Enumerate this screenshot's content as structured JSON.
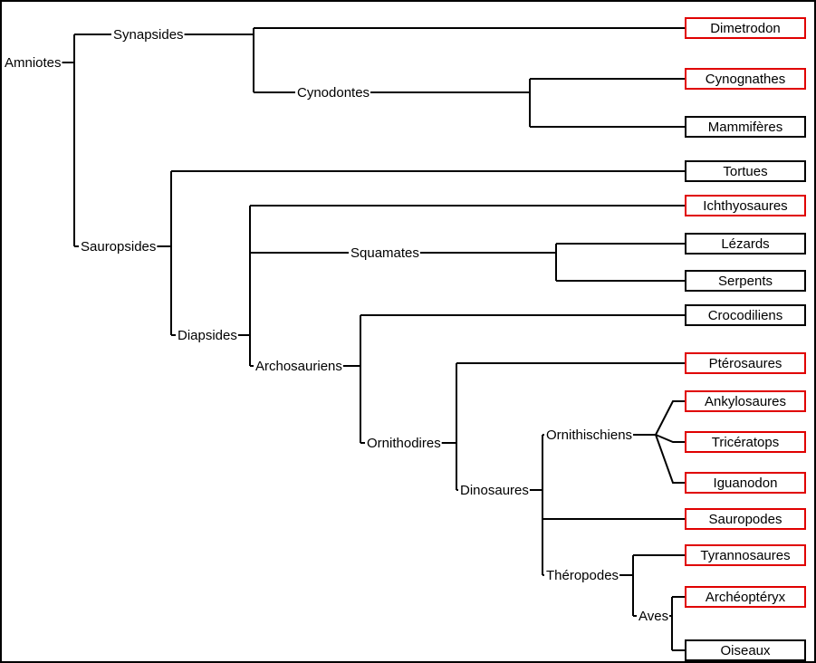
{
  "title": "Arbre phylogénétique des Amniotes",
  "legend": {
    "extinct_color": "#e00000",
    "living_color": "#000000"
  },
  "nodes": [
    {
      "id": "amniotes",
      "label": "Amniotes"
    },
    {
      "id": "synapsides",
      "label": "Synapsides"
    },
    {
      "id": "cynodontes",
      "label": "Cynodontes"
    },
    {
      "id": "sauropsides",
      "label": "Sauropsides"
    },
    {
      "id": "diapsides",
      "label": "Diapsides"
    },
    {
      "id": "squamates",
      "label": "Squamates"
    },
    {
      "id": "archosauriens",
      "label": "Archosauriens"
    },
    {
      "id": "ornithodires",
      "label": "Ornithodires"
    },
    {
      "id": "dinosaures",
      "label": "Dinosaures"
    },
    {
      "id": "ornithischiens",
      "label": "Ornithischiens"
    },
    {
      "id": "theropodes",
      "label": "Théropodes"
    },
    {
      "id": "aves",
      "label": "Aves"
    }
  ],
  "leaves": [
    {
      "id": "dimetrodon",
      "label": "Dimetrodon",
      "extinct": true
    },
    {
      "id": "cynognathes",
      "label": "Cynognathes",
      "extinct": true
    },
    {
      "id": "mammiferes",
      "label": "Mammifères",
      "extinct": false
    },
    {
      "id": "tortues",
      "label": "Tortues",
      "extinct": false
    },
    {
      "id": "ichthyosaures",
      "label": "Ichthyosaures",
      "extinct": true
    },
    {
      "id": "lezards",
      "label": "Lézards",
      "extinct": false
    },
    {
      "id": "serpents",
      "label": "Serpents",
      "extinct": false
    },
    {
      "id": "crocodiliens",
      "label": "Crocodiliens",
      "extinct": false
    },
    {
      "id": "pterosaures",
      "label": "Ptérosaures",
      "extinct": true
    },
    {
      "id": "ankylosaures",
      "label": "Ankylosaures",
      "extinct": true
    },
    {
      "id": "triceratops",
      "label": "Tricératops",
      "extinct": true
    },
    {
      "id": "iguanodon",
      "label": "Iguanodon",
      "extinct": true
    },
    {
      "id": "sauropodes",
      "label": "Sauropodes",
      "extinct": true
    },
    {
      "id": "tyrannosaures",
      "label": "Tyrannosaures",
      "extinct": true
    },
    {
      "id": "archeopteryx",
      "label": "Archéoptéryx",
      "extinct": true
    },
    {
      "id": "oiseaux",
      "label": "Oiseaux",
      "extinct": false
    }
  ],
  "edges": [
    [
      "amniotes",
      "synapsides"
    ],
    [
      "amniotes",
      "sauropsides"
    ],
    [
      "synapsides",
      "dimetrodon"
    ],
    [
      "synapsides",
      "cynodontes"
    ],
    [
      "cynodontes",
      "cynognathes"
    ],
    [
      "cynodontes",
      "mammiferes"
    ],
    [
      "sauropsides",
      "tortues"
    ],
    [
      "sauropsides",
      "diapsides"
    ],
    [
      "diapsides",
      "ichthyosaures"
    ],
    [
      "diapsides",
      "squamates"
    ],
    [
      "diapsides",
      "archosauriens"
    ],
    [
      "squamates",
      "lezards"
    ],
    [
      "squamates",
      "serpents"
    ],
    [
      "archosauriens",
      "crocodiliens"
    ],
    [
      "archosauriens",
      "ornithodires"
    ],
    [
      "ornithodires",
      "pterosaures"
    ],
    [
      "ornithodires",
      "dinosaures"
    ],
    [
      "dinosaures",
      "ornithischiens"
    ],
    [
      "dinosaures",
      "sauropodes"
    ],
    [
      "dinosaures",
      "theropodes"
    ],
    [
      "ornithischiens",
      "ankylosaures"
    ],
    [
      "ornithischiens",
      "triceratops"
    ],
    [
      "ornithischiens",
      "iguanodon"
    ],
    [
      "theropodes",
      "tyrannosaures"
    ],
    [
      "theropodes",
      "aves"
    ],
    [
      "aves",
      "archeopteryx"
    ],
    [
      "aves",
      "oiseaux"
    ]
  ]
}
